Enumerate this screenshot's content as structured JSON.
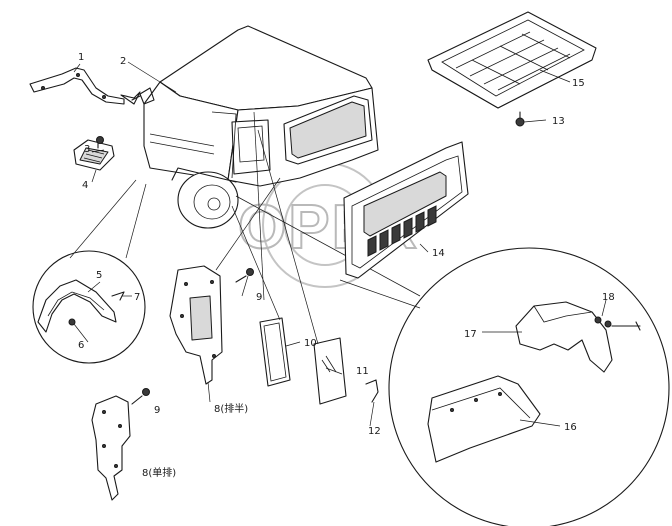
{
  "watermark": {
    "text": "OPEX"
  },
  "callouts": {
    "c1": "1",
    "c2": "2",
    "c3": "3",
    "c4": "4",
    "c5": "5",
    "c6": "6",
    "c7": "7",
    "c8a": "8(排半)",
    "c8b": "8(单排)",
    "c9a": "9",
    "c9b": "9",
    "c10": "10",
    "c11": "11",
    "c12": "12",
    "c13": "13",
    "c14": "14",
    "c15": "15",
    "c16": "16",
    "c17": "17",
    "c18": "18"
  },
  "colors": {
    "line": "#1a1a1a",
    "watermark": "#b9b9b9",
    "background": "#ffffff"
  }
}
